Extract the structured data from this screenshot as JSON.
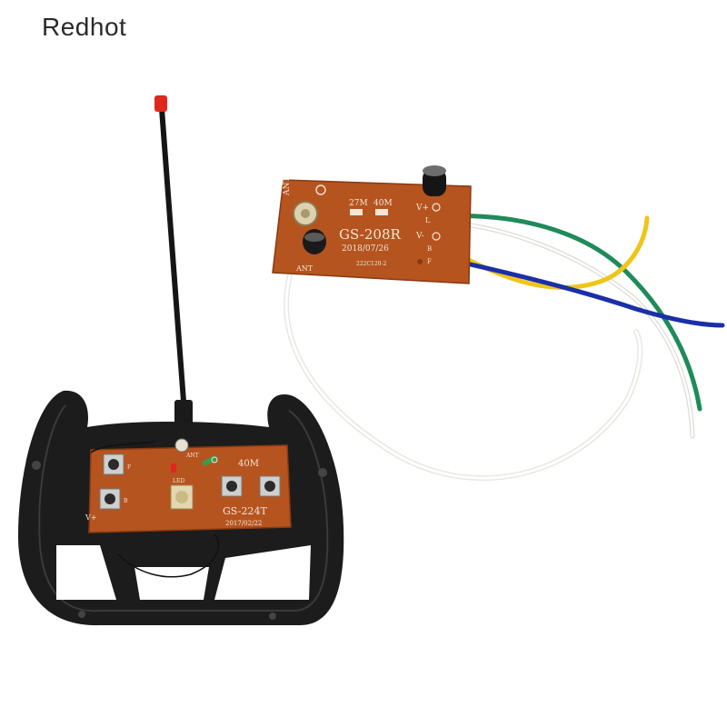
{
  "brand": {
    "name": "Redhot"
  },
  "transmitter": {
    "board_freq": "40M",
    "board_model": "GS-224T",
    "board_date": "2017/02/22",
    "label_ant": "ANT",
    "label_led": "LED",
    "label_vplus": "V+",
    "label_b": "B",
    "label_f": "F"
  },
  "receiver": {
    "freq_27": "27M",
    "freq_40": "40M",
    "board_model": "GS-208R",
    "board_date": "2018/07/26",
    "board_code": "222C120-2",
    "label_ant_top": "ANT",
    "label_ant_bottom": "ANT",
    "pin_vplus": "V+",
    "pin_l": "L",
    "pin_vminus": "V-",
    "pin_b": "B",
    "pin_f": "F"
  },
  "colors": {
    "pcb": "#b5541f",
    "pcb_dark": "#8a3a12",
    "shell": "#1c1c1c",
    "antenna_tip": "#e0271e",
    "wire_green": "#1f8a5a",
    "wire_white": "#f2f2ee",
    "wire_yellow": "#f0c419",
    "wire_blue": "#1a2fa8"
  }
}
